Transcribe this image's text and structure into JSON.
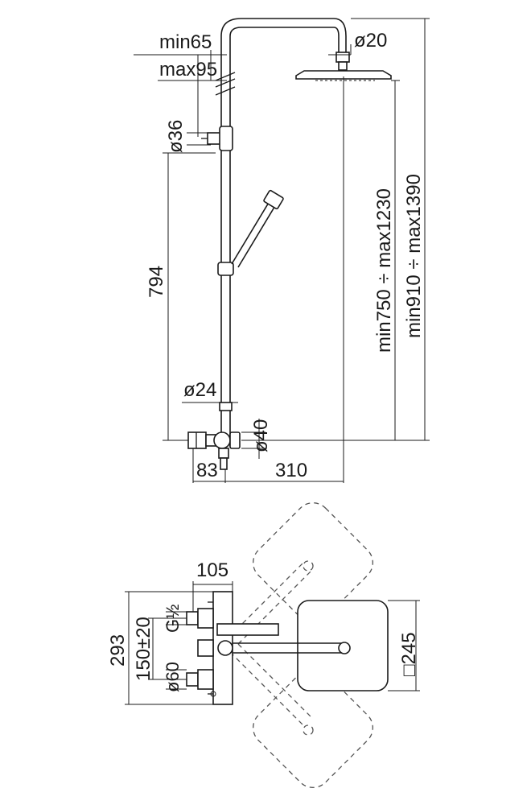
{
  "side_view": {
    "labels": {
      "min_offset": "min65",
      "max_offset": "max95",
      "head_connector_dia": "ø20",
      "wall_bracket_dia": "ø36",
      "bar_length": "794",
      "pipe_dia": "ø24",
      "valve_dia": "ø40",
      "wall_depth": "83",
      "arm_reach": "310",
      "head_height": "min750 ÷ max1230",
      "total_height": "min910 ÷ max1390"
    }
  },
  "top_view": {
    "labels": {
      "valve_width": "105",
      "total_depth": "293",
      "inlet_thread": "G½",
      "inlet_spacing": "150±20",
      "escutcheon_dia": "ø60",
      "head_size": "□245"
    }
  }
}
